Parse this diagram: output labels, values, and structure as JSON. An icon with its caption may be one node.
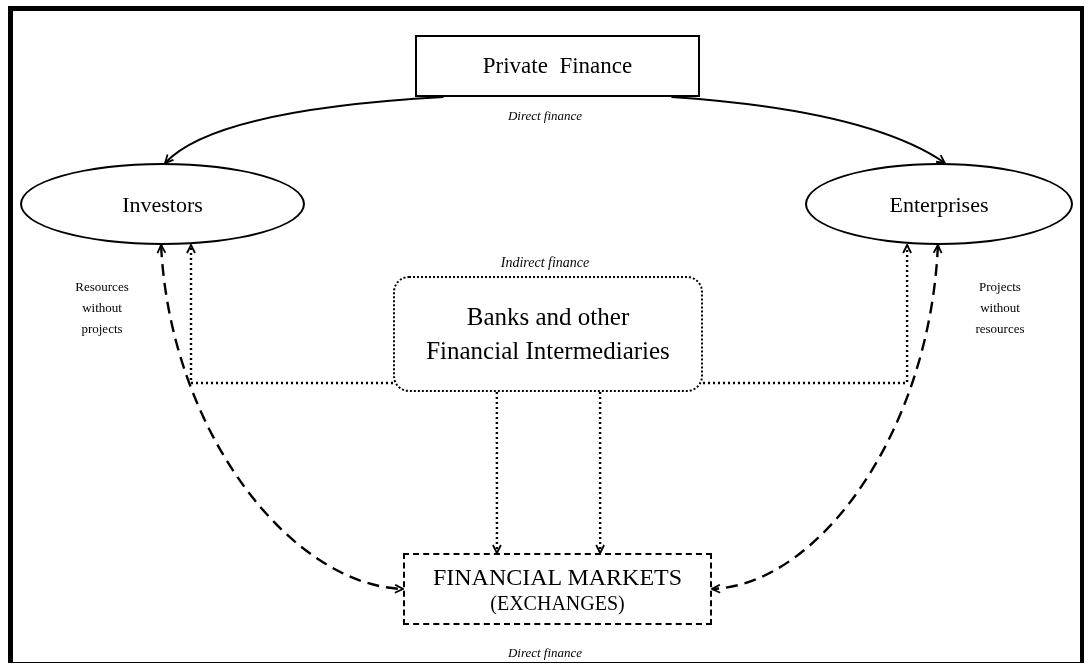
{
  "diagram": {
    "nodes": [
      {
        "text": [
          "Private  Finance"
        ]
      },
      {
        "text": [
          "Investors"
        ]
      },
      {
        "text": [
          "Enterprises"
        ]
      },
      {
        "text": [
          "Banks and other Financial Intermediaries"
        ]
      },
      {
        "text": [
          "FINANCIAL MARKETS",
          "(EXCHANGES)"
        ]
      }
    ],
    "edges": [
      {
        "from": 0,
        "to": 1,
        "arrow": "to"
      },
      {
        "from": 0,
        "to": 2,
        "arrow": "to"
      },
      {
        "from": 1,
        "to": 4,
        "arrow": "both",
        "style": "dashed"
      },
      {
        "from": 2,
        "to": 4,
        "arrow": "both",
        "style": "dashed"
      },
      {
        "from": 3,
        "to": 1,
        "arrow": "to",
        "style": "dashed"
      },
      {
        "from": 3,
        "to": 2,
        "arrow": "to",
        "style": "dashed"
      },
      {
        "from": 3,
        "to": 4,
        "arrow": "to",
        "style": "dashed"
      },
      {
        "from": 3,
        "to": 4,
        "arrow": "to",
        "style": "dashed"
      }
    ],
    "labels": [
      "Direct finance",
      "Indirect finance",
      "Resources without projects",
      "Projects without resources",
      "Direct finance"
    ]
  }
}
